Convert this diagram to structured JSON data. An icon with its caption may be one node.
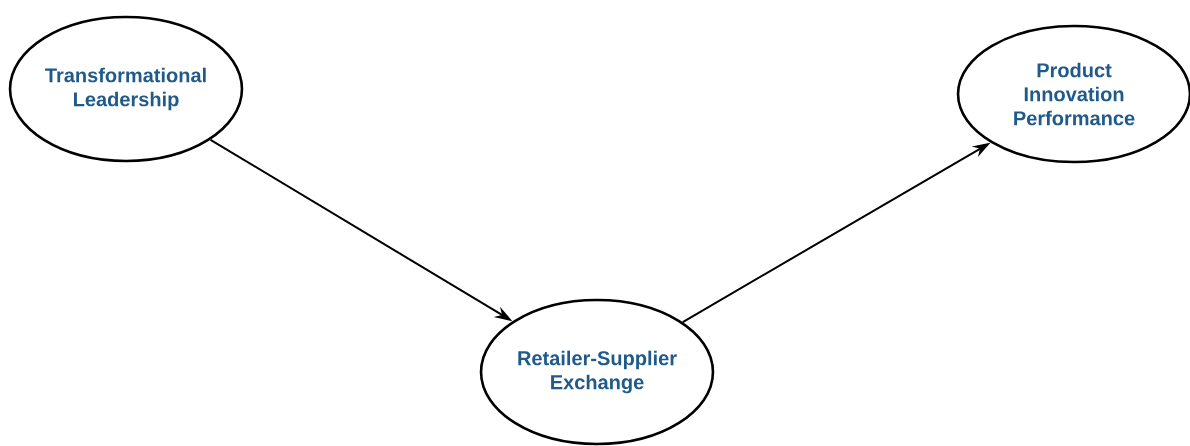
{
  "diagram": {
    "nodes": [
      {
        "text": [
          "Transformational Leadership"
        ]
      },
      {
        "text": [
          "Product Innovation Performance"
        ]
      },
      {
        "text": [
          "Retailer-Supplier Exchange"
        ]
      }
    ],
    "edges": [
      {
        "from": 0,
        "to": 2,
        "arrow": "to"
      },
      {
        "from": 2,
        "to": 1,
        "arrow": "to"
      }
    ]
  }
}
